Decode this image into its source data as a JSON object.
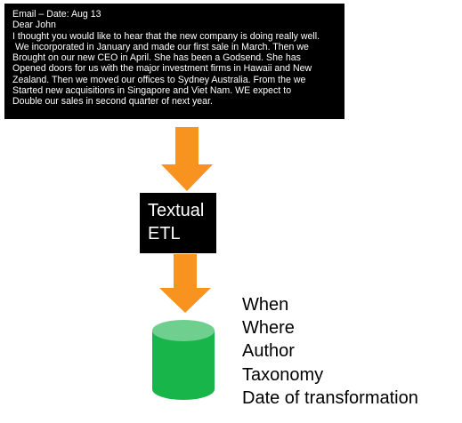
{
  "email": {
    "lines": [
      "Email – Date: Aug 13",
      "Dear John",
      "I thought you would like to hear that the new company is doing really well.",
      " We incorporated in January and made our first sale in March. Then we",
      "Brought on our new CEO in April. She has been a Godsend. She has",
      "Opened doors for us with the major investment firms in Hawaii and New",
      "Zealand. Then we moved our offices to Sydney Australia. From the we",
      "Started new acquisitions in Singapore and Viet Nam. WE expect to",
      "Double our sales in second quarter of next year."
    ]
  },
  "etl": {
    "line1": "Textual",
    "line2": "ETL"
  },
  "attributes": [
    "When",
    "Where",
    "Author",
    "Taxonomy",
    "Date of transformation"
  ],
  "colors": {
    "arrow": "#F7931E",
    "db_body": "#17B54A",
    "db_top": "#6FCF8E",
    "box": "#000000"
  }
}
